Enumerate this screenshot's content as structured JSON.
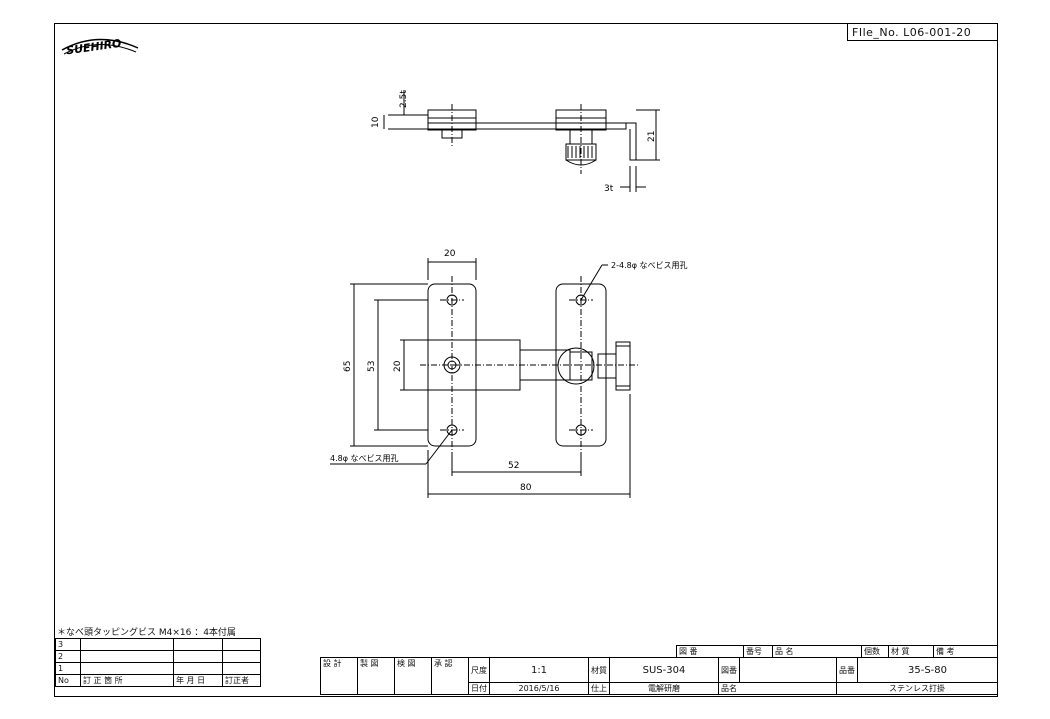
{
  "brand": {
    "logo_text": "SUEHIRO"
  },
  "file_no": "FIle_No. L06-001-20",
  "top_view": {
    "dim_height": "10",
    "dim_plate": "2.5t",
    "dim_total_height": "21",
    "dim_rod": "3t"
  },
  "front_view": {
    "dim_width_plate": "20",
    "dim_total_height": "65",
    "dim_hole_pitch_v": "53",
    "dim_rod": "20",
    "dim_hole_pitch_h": "52",
    "dim_total_width": "80",
    "hole_note_top": "2-4.8φ なべビス用孔",
    "hole_note_bottom": "2-4.8φ なべビス用孔"
  },
  "note": "＊なべ頭タッピングビス M4×16 ：4本付属",
  "revision_table": {
    "rows": [
      "3",
      "2",
      "1"
    ],
    "header": [
      "No",
      "訂 正 箇 所",
      "年 月 日",
      "訂正者"
    ]
  },
  "title_block": {
    "approval_labels": [
      "設 計",
      "製 図",
      "検 図",
      "承 認"
    ],
    "scale_label": "尺度",
    "scale_value": "1:1",
    "material_label": "材質",
    "material_value": "SUS-304",
    "drawing_no_label": "図番",
    "product_no_label": "品番",
    "product_no_value": "35-S-80",
    "date_label": "日付",
    "date_value": "2016/5/16",
    "finish_label": "仕上",
    "finish_value": "電解研磨",
    "name_label": "品名",
    "name_value": "ステンレス打掛",
    "parts_header": [
      "図 番",
      "番号",
      "品 名",
      "個数",
      "材 質",
      "備 考"
    ]
  }
}
